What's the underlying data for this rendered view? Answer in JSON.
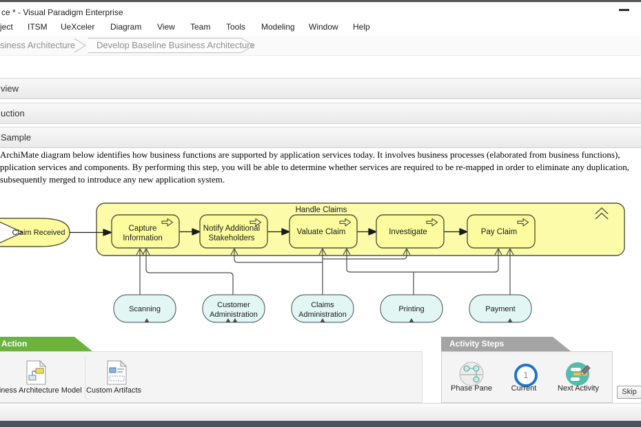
{
  "window": {
    "title": "ce * - Visual Paradigm Enterprise"
  },
  "menu": {
    "items": [
      "ject",
      "ITSM",
      "UeXceler",
      "Diagram",
      "View",
      "Team",
      "Tools",
      "Modeling",
      "Window",
      "Help"
    ]
  },
  "breadcrumb": {
    "crumb1": "siness Architecture",
    "crumb2": "Develop Baseline Business Architecture"
  },
  "sections": [
    {
      "label": "view"
    },
    {
      "label": "uction"
    },
    {
      "label": "Sample"
    }
  ],
  "description": {
    "lines": [
      "ArchiMate diagram below identifies how business functions are supported by application services today. It involves business processes (elaborated from business functions),",
      "pplication services and components. By performing this step, you will be able to determine whether services are required to be re-mapped in order to eliminate any duplication,",
      "subsequently merged to introduce any new application system."
    ]
  },
  "diagram": {
    "container": {
      "title": "Handle Claims"
    },
    "event": {
      "label": "Claim Received"
    },
    "processes": [
      {
        "lines": [
          "Capture",
          "Information"
        ]
      },
      {
        "lines": [
          "Notify Additional",
          "Stakeholders"
        ]
      },
      {
        "lines": [
          "Valuate Claim"
        ]
      },
      {
        "lines": [
          "Investigate"
        ]
      },
      {
        "lines": [
          "Pay Claim"
        ]
      }
    ],
    "services": [
      {
        "lines": [
          "Scanning"
        ]
      },
      {
        "lines": [
          "Customer",
          "Administration"
        ]
      },
      {
        "lines": [
          "Claims",
          "Administration"
        ]
      },
      {
        "lines": [
          "Printing"
        ]
      },
      {
        "lines": [
          "Payment"
        ]
      }
    ],
    "colors": {
      "container_fill": "#FBFBA9",
      "process_fill": "#FCFC9E",
      "shape_stroke": "#55553A",
      "service_fill": "#E2F6F3",
      "service_stroke": "#5A6B70",
      "line": "#4A4A4A"
    }
  },
  "action_panel": {
    "title": "Action",
    "accent": "#6CB33E",
    "items": [
      {
        "label": "siness Architecture Model"
      },
      {
        "label": "Custom Artifacts"
      }
    ]
  },
  "activity_steps": {
    "title": "Activity Steps",
    "accent": "#A4A4A4",
    "teal": "#55BCAD",
    "blue": "#2273C8",
    "items": [
      {
        "label": "Phase Pane"
      },
      {
        "label": "Current",
        "badge": "1"
      },
      {
        "label": "Next Activity"
      }
    ],
    "skip_label": "Skip"
  }
}
